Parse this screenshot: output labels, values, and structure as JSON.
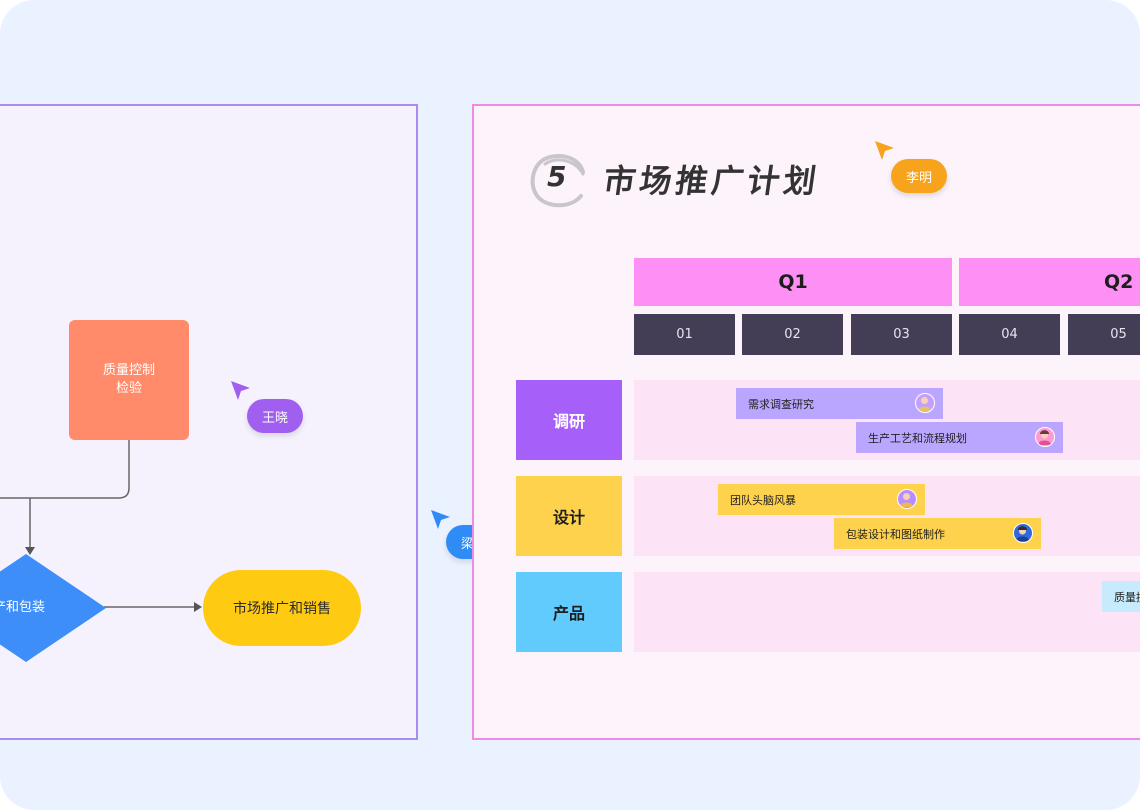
{
  "flowchart": {
    "qc_box": {
      "line1": "质量控制",
      "line2": "检验"
    },
    "diamond_label": "生产和包装",
    "pill_label": "市场推广和销售"
  },
  "collaborators": [
    {
      "name": "王晓",
      "color": "#a15ff0"
    },
    {
      "name": "梁可",
      "color": "#2f8cf7"
    },
    {
      "name": "李明",
      "color": "#f7a41c"
    }
  ],
  "plan": {
    "step_number": "5",
    "title": "市场推广计划",
    "quarters": [
      "Q1",
      "Q2"
    ],
    "months": [
      "01",
      "02",
      "03",
      "04",
      "05"
    ],
    "rows": [
      {
        "label": "调研",
        "color": "#a65ff8",
        "text_color": "#ffffff",
        "tasks": [
          {
            "name": "需求调查研究",
            "color": "#bba6ff"
          },
          {
            "name": "生产工艺和流程规划",
            "color": "#bba6ff"
          }
        ]
      },
      {
        "label": "设计",
        "color": "#fed24c",
        "text_color": "#1e1e1e",
        "tasks": [
          {
            "name": "团队头脑风暴",
            "color": "#fed24c"
          },
          {
            "name": "包装设计和图纸制作",
            "color": "#fed24c"
          }
        ]
      },
      {
        "label": "产品",
        "color": "#62cbfd",
        "text_color": "#1e1e1e",
        "tasks": [
          {
            "name": "质量控",
            "color": "#c7ebfd"
          }
        ]
      }
    ]
  }
}
